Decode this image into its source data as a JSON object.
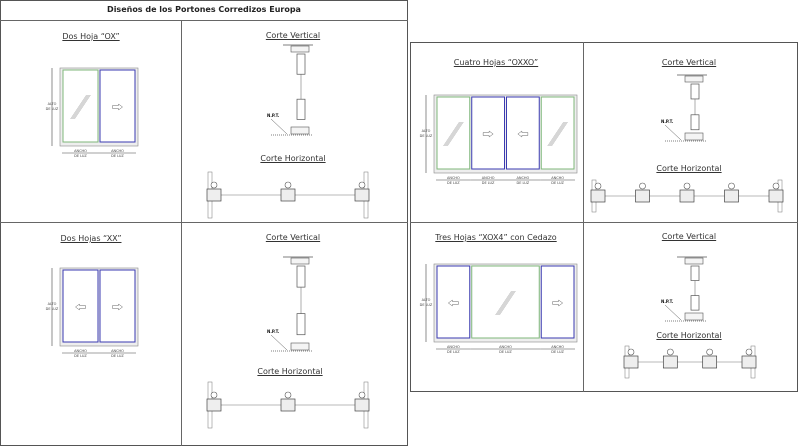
{
  "document_title": "Diseños de los Portones Corredizos Europa",
  "labels": {
    "alto": [
      "ALTO",
      "DE LUZ"
    ],
    "ancho": [
      "ANCHO",
      "DE LUZ"
    ],
    "npt": "N.P.T."
  },
  "designs": [
    {
      "title": "Dos Hoja “OX”",
      "panes": [
        "fixed",
        "arrow-left"
      ],
      "vertical_label": "Corte Vertical",
      "horizontal_label": "Corte Horizontal"
    },
    {
      "title": "Dos Hojas “XX”",
      "panes": [
        "arrow-right",
        "arrow-left"
      ],
      "vertical_label": "Corte Vertical",
      "horizontal_label": "Corte Horizontal"
    },
    {
      "title": "Cuatro Hojas “OXXO”",
      "panes": [
        "fixed",
        "arrow-left",
        "arrow-right",
        "fixed"
      ],
      "vertical_label": "Corte Vertical",
      "horizontal_label": "Corte Horizontal"
    },
    {
      "title": "Tres Hojas “XOX4” con Cedazo",
      "panes": [
        "arrow-right",
        "fixed-wide",
        "arrow-left"
      ],
      "vertical_label": "Corte Vertical",
      "horizontal_label": "Corte Horizontal"
    }
  ],
  "colors": {
    "frame": "#7fb77a",
    "sash": "#3a3ab0",
    "line": "#555555"
  }
}
